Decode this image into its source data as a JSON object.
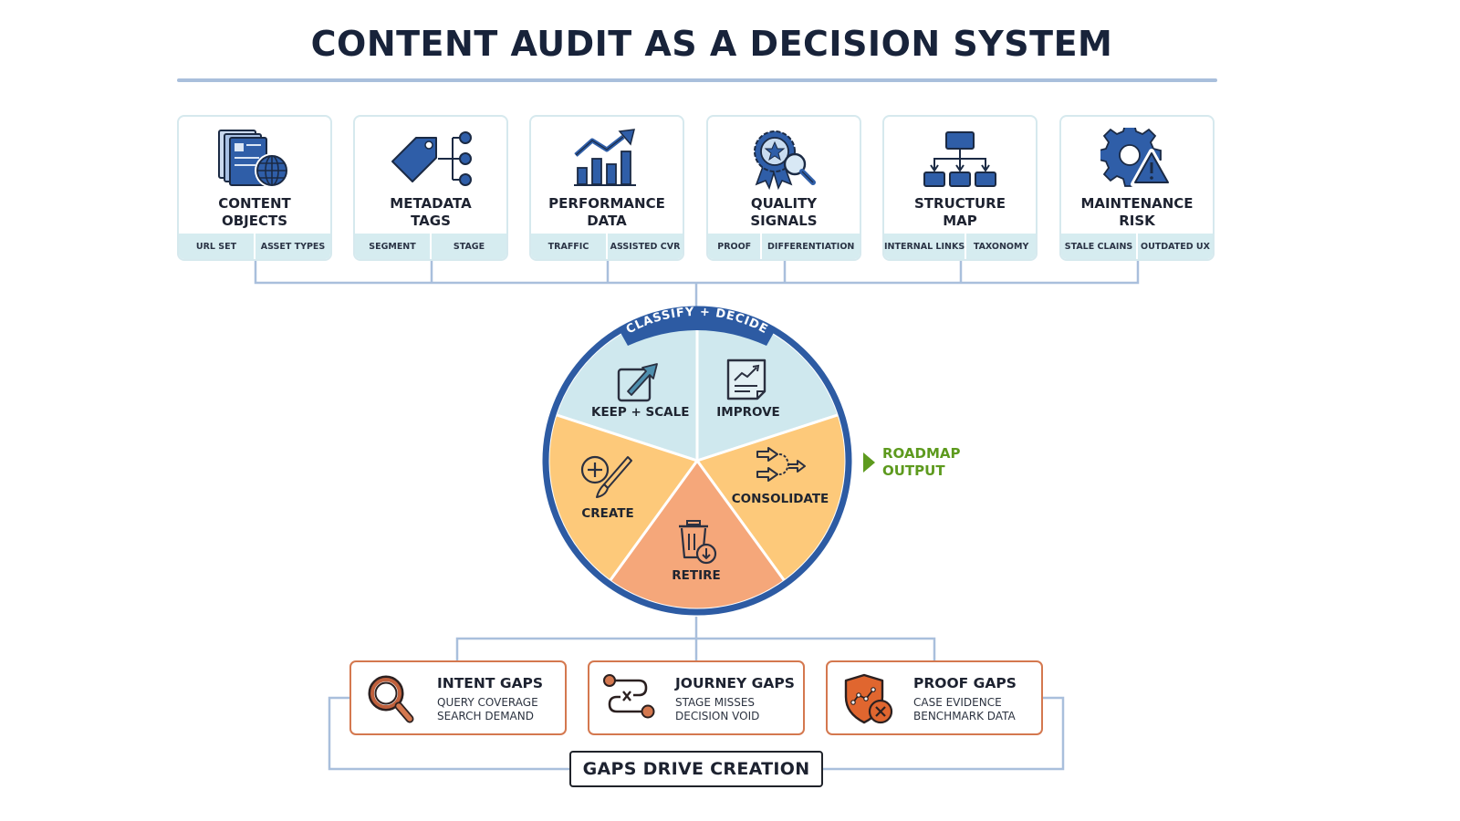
{
  "title": "CONTENT AUDIT AS A DECISION SYSTEM",
  "colors": {
    "navy": "#18233a",
    "icon_blue": "#2f5ea8",
    "ring_blue": "#2d5ba3",
    "tag_bg": "#d6ecf0",
    "connector": "#a9bfdc",
    "keep_improve_fill": "#cfe8ee",
    "create_consolidate_fill": "#fdc97a",
    "retire_fill": "#f5a77a",
    "roadmap_green": "#5d9a1e",
    "gap_orange": "#d4784f"
  },
  "inputs": [
    {
      "label_line1": "CONTENT",
      "label_line2": "OBJECTS",
      "icon": "documents-globe-icon",
      "tags": [
        "URL SET",
        "ASSET TYPES"
      ]
    },
    {
      "label_line1": "METADATA",
      "label_line2": "TAGS",
      "icon": "tag-tree-icon",
      "tags": [
        "SEGMENT",
        "STAGE"
      ]
    },
    {
      "label_line1": "PERFORMANCE",
      "label_line2": "DATA",
      "icon": "bar-chart-trend-icon",
      "tags": [
        "TRAFFIC",
        "ASSISTED CVR"
      ]
    },
    {
      "label_line1": "QUALITY",
      "label_line2": "SIGNALS",
      "icon": "award-magnifier-icon",
      "tags": [
        "PROOF",
        "DIFFERENTIATION"
      ]
    },
    {
      "label_line1": "STRUCTURE",
      "label_line2": "MAP",
      "icon": "hierarchy-icon",
      "tags": [
        "INTERNAL LINKS",
        "TAXONOMY"
      ]
    },
    {
      "label_line1": "MAINTENANCE",
      "label_line2": "RISK",
      "icon": "gear-warning-icon",
      "tags": [
        "STALE CLAINS",
        "OUTDATED UX"
      ]
    }
  ],
  "wheel": {
    "banner": "CLASSIFY + DECIDE",
    "segments": [
      {
        "label": "KEEP + SCALE",
        "icon": "external-arrow-icon"
      },
      {
        "label": "IMPROVE",
        "icon": "document-trend-icon"
      },
      {
        "label": "CONSOLIDATE",
        "icon": "merge-arrows-icon"
      },
      {
        "label": "RETIRE",
        "icon": "trash-download-icon"
      },
      {
        "label": "CREATE",
        "icon": "plus-brush-icon"
      }
    ]
  },
  "roadmap": {
    "line1": "ROADMAP",
    "line2": "OUTPUT"
  },
  "gaps": [
    {
      "title": "INTENT GAPS",
      "line1": "QUERY COVERAGE",
      "line2": "SEARCH DEMAND",
      "icon": "magnifier-icon"
    },
    {
      "title": "JOURNEY GAPS",
      "line1": "STAGE MISSES",
      "line2": "DECISION VOID",
      "icon": "path-x-icon"
    },
    {
      "title": "PROOF GAPS",
      "line1": "CASE EVIDENCE",
      "line2": "BENCHMARK DATA",
      "icon": "shield-x-icon"
    }
  ],
  "footer": "GAPS DRIVE CREATION"
}
